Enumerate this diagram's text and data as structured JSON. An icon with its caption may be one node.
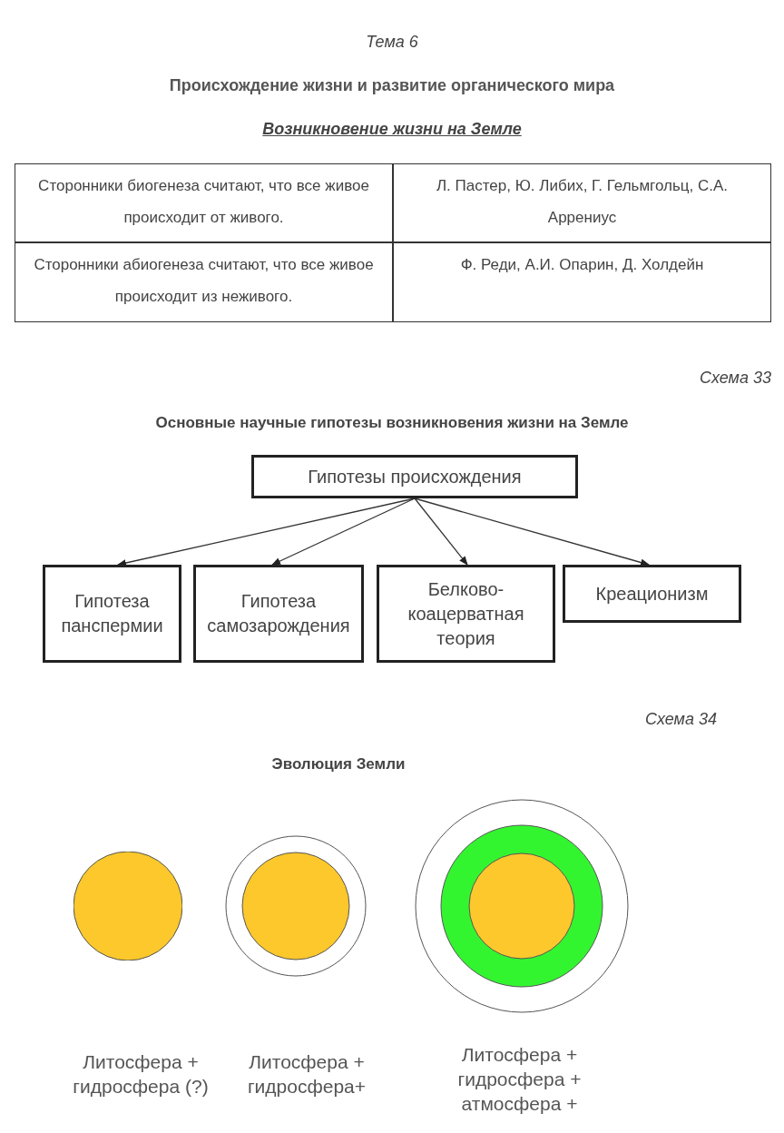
{
  "diagram": {
    "title": "Происхождение жизни и развитие органического мира",
    "nodes": [
      {
        "text": [
          "Гипотезы происхождения"
        ]
      },
      {
        "text": [
          "Гипотеза панспермии"
        ]
      },
      {
        "text": [
          "Гипотеза самозарождения"
        ]
      },
      {
        "text": [
          "Белково-коацерватная теория"
        ]
      },
      {
        "text": [
          "Креационизм"
        ]
      },
      {
        "text": [],
        "shape": "circle"
      },
      {
        "text": [],
        "shape": "circle"
      },
      {
        "text": [],
        "shape": "circle"
      }
    ],
    "edges": [
      {
        "from": 0,
        "to": 1,
        "arrow": "to"
      },
      {
        "from": 0,
        "to": 2,
        "arrow": "to"
      },
      {
        "from": 0,
        "to": 3,
        "arrow": "to"
      },
      {
        "from": 0,
        "to": 4,
        "arrow": "to"
      }
    ],
    "labels": [
      "Тема 6",
      "Возникновение жизни на Земле",
      "Сторонники биогенеза считают, что все живое происходит от живого.",
      "Л. Пастер, Ю. Либих, Г. Гельмгольц, С.А. Аррениус",
      "Сторонники абиогенеза считают, что все живое происходит из неживого.",
      "Ф. Реди, А.И. Опарин, Д. Холдейн",
      "Схема 33",
      "Основные научные гипотезы возникновения жизни на Земле",
      "Схема 34",
      "Эволюция Земли",
      "Литосфера + гидросфера (?)",
      "Литосфера + гидросфера+",
      "Литосфера + гидросфера + атмосфера +"
    ]
  }
}
